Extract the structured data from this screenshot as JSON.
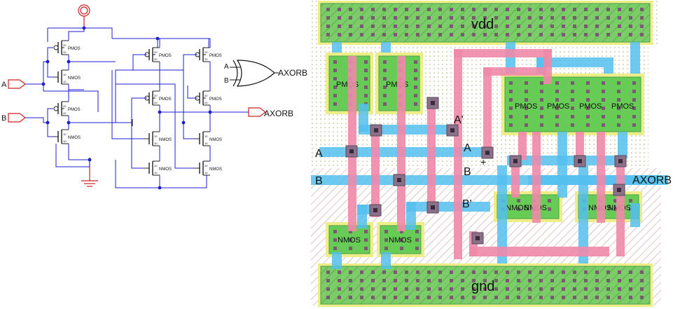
{
  "schematic": {
    "inputs": [
      "A",
      "B"
    ],
    "output": "AXORB",
    "pmos_label": "PMOS",
    "nmos_label": "NMOS",
    "transistor_size": "10",
    "transistor_size_p": "20",
    "gate_symbol": {
      "in_a": "A",
      "in_b": "B",
      "out": "AXORB"
    }
  },
  "layout": {
    "vdd_label": "vdd",
    "gnd_label": "gnd",
    "signal_labels": {
      "a": "A",
      "a_top": "A'",
      "a_mid": "A",
      "b": "B",
      "b_mid": "B",
      "b_low": "B'",
      "out": "AXORB",
      "cursor": "+"
    },
    "device_labels": {
      "pmos_left_1": "PMOS",
      "pmos_left_2": "PMOS",
      "pmos_right": [
        "PMOS",
        "PMOS",
        "PMOS",
        "PMOS"
      ],
      "nmos_left_1": "NMOS",
      "nmos_left_2": "NMOS",
      "nmos_mid": [
        "NMOS",
        "NMOS"
      ],
      "nmos_right": [
        "NMOS",
        "NMOS"
      ]
    }
  },
  "colors": {
    "wire": "#1f1fd0",
    "device": "#202020",
    "port": "#cc2222",
    "poly": "#ee88aa",
    "metal1": "#55c0ee",
    "active": "#66cc55",
    "select": "#eeee88",
    "contact": "#7a5a70"
  }
}
